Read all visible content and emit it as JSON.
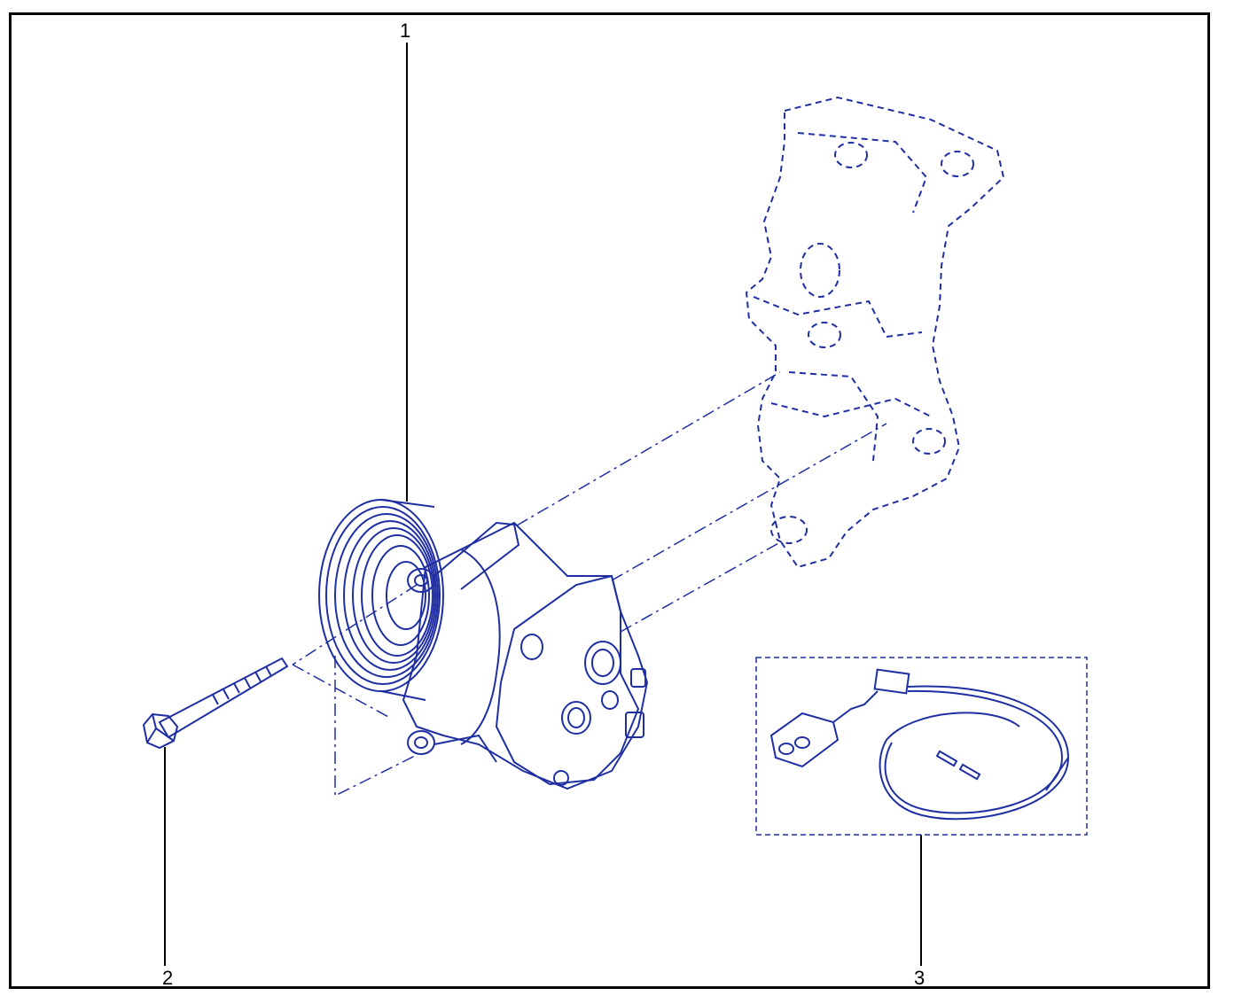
{
  "callouts": {
    "part1": "1",
    "part2": "2",
    "part3": "3"
  },
  "colors": {
    "line": "#1f2fa3",
    "leader": "#000000",
    "frame": "#000000"
  }
}
